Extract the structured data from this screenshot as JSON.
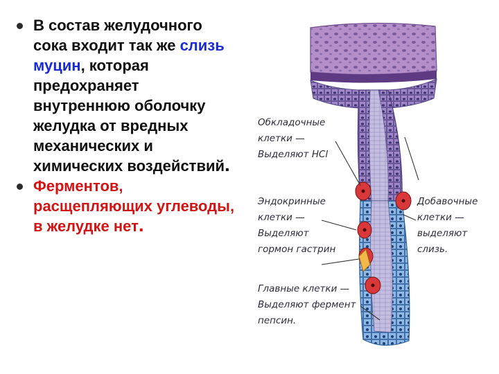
{
  "bullets": [
    {
      "segments": [
        {
          "text": "В состав желудочного сока входит так же ",
          "color": "black"
        },
        {
          "text": "слизь муцин",
          "color": "blue"
        },
        {
          "text": ", которая предохраняет внутреннюю оболочку желудка от вредных механических и химических воздействий",
          "color": "black"
        },
        {
          "text": ".",
          "color": "black",
          "big": true
        }
      ]
    },
    {
      "segments": [
        {
          "text": "Ферментов, расщепляющих углеводы, в желудке нет",
          "color": "red"
        },
        {
          "text": ".",
          "color": "red",
          "big": true
        }
      ]
    }
  ],
  "figure": {
    "labels": {
      "parietal": [
        "Обкладочные",
        "клетки —",
        "Выделяют HCl"
      ],
      "endocrine": [
        "Эндокринные",
        "клетки —",
        "Выделяют",
        "гормон гастрин"
      ],
      "chief": [
        "Главные клетки —",
        "Выделяют фермент",
        "пепсин."
      ],
      "accessory": [
        "Добавочные",
        "клетки —",
        "выделяют",
        "слизь."
      ]
    }
  },
  "colors": {
    "text": "#111111",
    "blue_text": "#1a2bd6",
    "red_text": "#d21414",
    "surface": "#b48ec8",
    "pit_wall": "#a89ac8",
    "gland_lower": "#8fb9e4",
    "parietal_cell": "#d8383a",
    "endocrine_cell": "#f2b84a"
  }
}
